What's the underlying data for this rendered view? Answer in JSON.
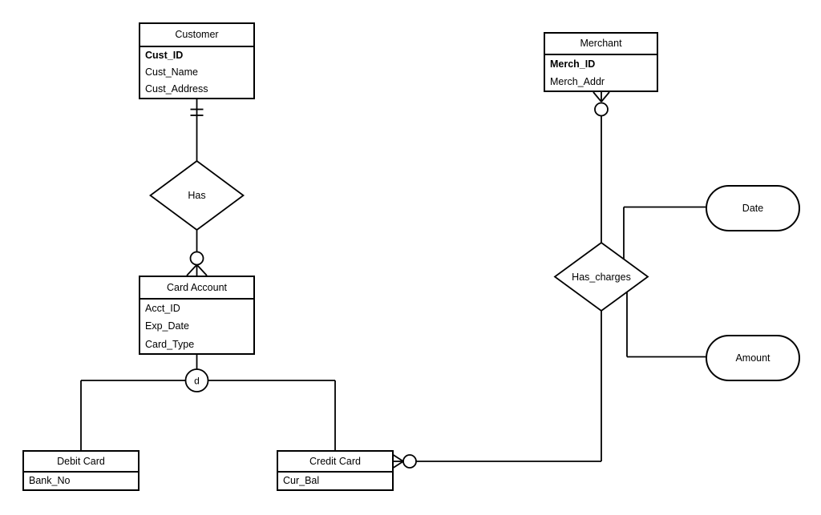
{
  "colors": {
    "stroke": "#000000",
    "background": "#ffffff"
  },
  "entities": {
    "customer": {
      "title": "Customer",
      "attributes": [
        "Cust_ID",
        "Cust_Name",
        "Cust_Address"
      ]
    },
    "merchant": {
      "title": "Merchant",
      "attributes": [
        "Merch_ID",
        "Merch_Addr"
      ]
    },
    "card_account": {
      "title": "Card Account",
      "attributes": [
        "Acct_ID",
        "Exp_Date",
        "Card_Type"
      ]
    },
    "debit_card": {
      "title": "Debit Card",
      "attributes": [
        "Bank_No"
      ]
    },
    "credit_card": {
      "title": "Credit Card",
      "attributes": [
        "Cur_Bal"
      ]
    }
  },
  "relationships": {
    "has": {
      "label": "Has"
    },
    "has_charges": {
      "label": "Has_charges"
    }
  },
  "attribute_nodes": {
    "date": {
      "label": "Date"
    },
    "amount": {
      "label": "Amount"
    }
  },
  "specialization": {
    "label": "d"
  }
}
